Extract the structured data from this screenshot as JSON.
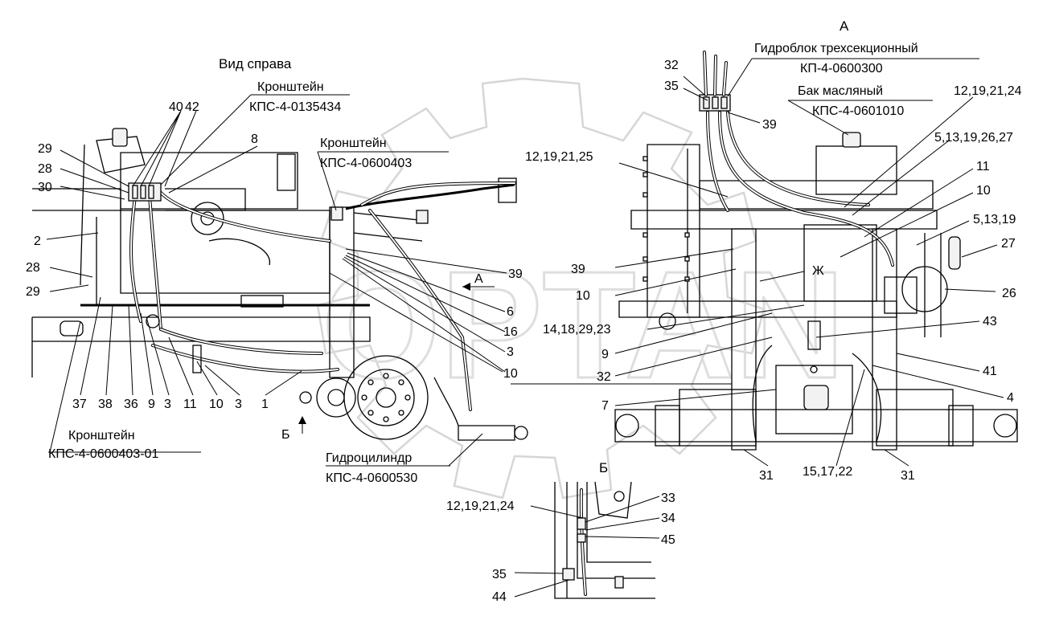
{
  "view_titles": {
    "right_view": "Вид справа",
    "view_a": "А",
    "view_b": "Б"
  },
  "callouts": [
    {
      "id": "bracket-135434",
      "name": "Кронштейн",
      "code": "КПС-4-0135434"
    },
    {
      "id": "bracket-0600403",
      "name": "Кронштейн",
      "code": "КПС-4-0600403"
    },
    {
      "id": "bracket-0600403-01",
      "name": "Кронштейн",
      "code": "КПС-4-0600403-01"
    },
    {
      "id": "hydrocylinder",
      "name": "Гидроцилиндр",
      "code": "КПС-4-0600530"
    },
    {
      "id": "hydroblock",
      "name": "Гидроблок трехсекционный",
      "code": "КП-4-0600300"
    },
    {
      "id": "oil-tank",
      "name": "Бак масляный",
      "code": "КПС-4-0601010"
    }
  ],
  "left_view_labels": [
    "40",
    "42",
    "8",
    "29",
    "28",
    "30",
    "2",
    "28",
    "29",
    "39",
    "А",
    "6",
    "16",
    "3",
    "10",
    "37",
    "38",
    "36",
    "9",
    "3",
    "11",
    "10",
    "3",
    "1",
    "Б"
  ],
  "right_view_labels": [
    "32",
    "35",
    "39",
    "12,19,21,24",
    "12,19,21,25",
    "5,13,19,26,27",
    "11",
    "10",
    "5,13,19",
    "27",
    "39",
    "10",
    "Ж",
    "26",
    "14,18,29,23",
    "43",
    "9",
    "32",
    "41",
    "7",
    "4",
    "31",
    "15,17,22",
    "31"
  ],
  "view_b_labels": [
    "12,19,21,24",
    "33",
    "34",
    "45",
    "35",
    "44"
  ],
  "watermark": "OPTAN"
}
